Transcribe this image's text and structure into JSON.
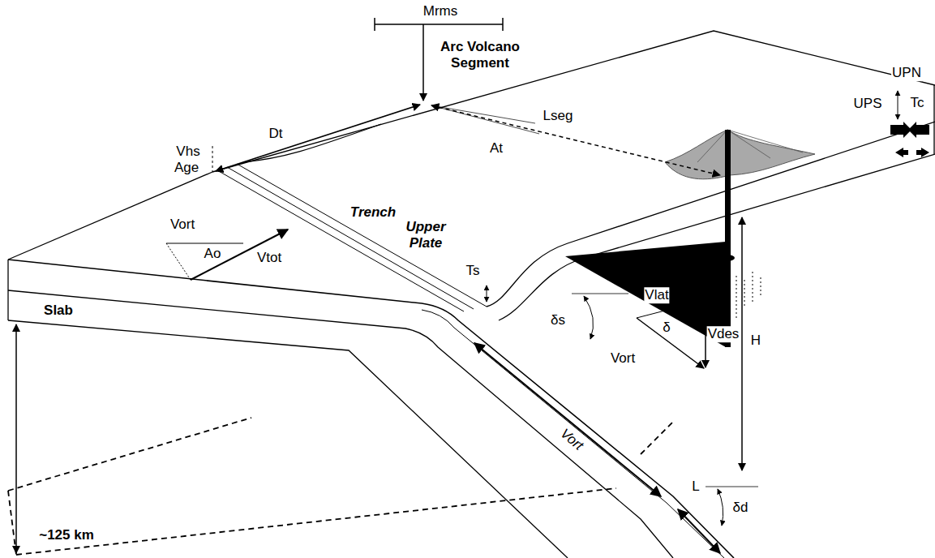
{
  "diagram": {
    "labels": [
      "Mrms",
      "Arc Volcano Segment",
      "Dt",
      "Lseg",
      "At",
      "UPN",
      "UPS",
      "Tc",
      "Vhs",
      "Age",
      "Trench",
      "Vort",
      "Ao",
      "Vtot",
      "Ts",
      "Upper Plate",
      "H",
      "Slab",
      "δs",
      "Vlat",
      "δ",
      "Vdes",
      "Vort",
      "Vort",
      "L",
      "δd",
      "~125 km"
    ]
  }
}
